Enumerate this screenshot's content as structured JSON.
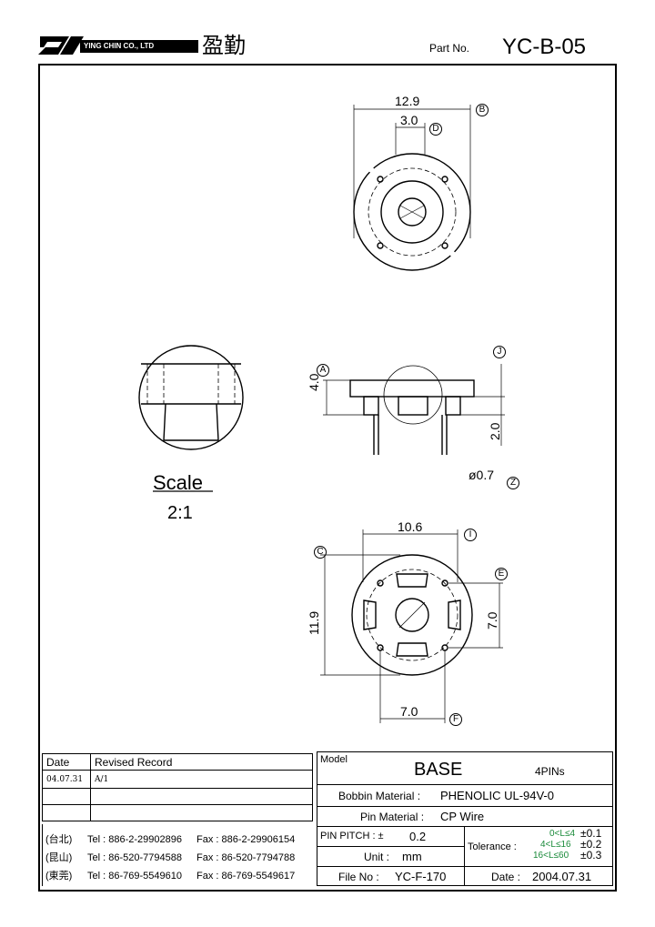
{
  "header": {
    "company_en": "YING CHIN CO., LTD",
    "company_cn": "盈勤",
    "part_no_label": "Part No.",
    "part_no": "YC-B-05"
  },
  "top_view": {
    "dim_width": "12.9",
    "tag_width": "B",
    "dim_inner": "3.0",
    "tag_inner": "D"
  },
  "side_view": {
    "dim_height": "4.0",
    "tag_height": "A",
    "tag_top": "J",
    "dim_pin_len": "2.0",
    "dim_pin_dia": "ø0.7",
    "tag_pin_dia": "Z"
  },
  "scale": {
    "label": "Scale",
    "value": "2:1"
  },
  "bottom_view": {
    "dim_width": "10.6",
    "tag_width": "I",
    "dim_height": "11.9",
    "tag_height": "C",
    "dim_pin_v": "7.0",
    "tag_pin_v": "E",
    "dim_pin_h": "7.0",
    "tag_pin_h": "F"
  },
  "revision": {
    "col_date": "Date",
    "col_record": "Revised Record",
    "rows": [
      {
        "date": "04.07.31",
        "record": "A/1"
      },
      {
        "date": "",
        "record": ""
      },
      {
        "date": "",
        "record": ""
      }
    ]
  },
  "contacts": [
    {
      "city": "(台北)",
      "tel": "Tel : 886-2-29902896",
      "fax": "Fax : 886-2-29906154"
    },
    {
      "city": "(昆山)",
      "tel": "Tel : 86-520-7794588",
      "fax": "Fax : 86-520-7794788"
    },
    {
      "city": "(東莞)",
      "tel": "Tel : 86-769-5549610",
      "fax": "Fax : 86-769-5549617"
    }
  ],
  "spec": {
    "model_label": "Model",
    "model": "BASE",
    "pins": "4PINs",
    "bobbin_label": "Bobbin  Material :",
    "bobbin_value": "PHENOLIC UL-94V-0",
    "pin_label": "Pin  Material :",
    "pin_value": "CP Wire",
    "pitch_label": "PIN  PITCH : ±",
    "pitch_value": "0.2",
    "unit_label": "Unit :",
    "unit_value": "mm",
    "file_label": "File  No :",
    "file_value": "YC-F-170",
    "tolerance_label": "Tolerance :",
    "tol": [
      {
        "range": "0<L≤4",
        "value": "±0.1"
      },
      {
        "range": "4<L≤16",
        "value": "±0.2"
      },
      {
        "range": "16<L≤60",
        "value": "±0.3"
      }
    ],
    "date_label": "Date :",
    "date_value": "2004.07.31"
  }
}
